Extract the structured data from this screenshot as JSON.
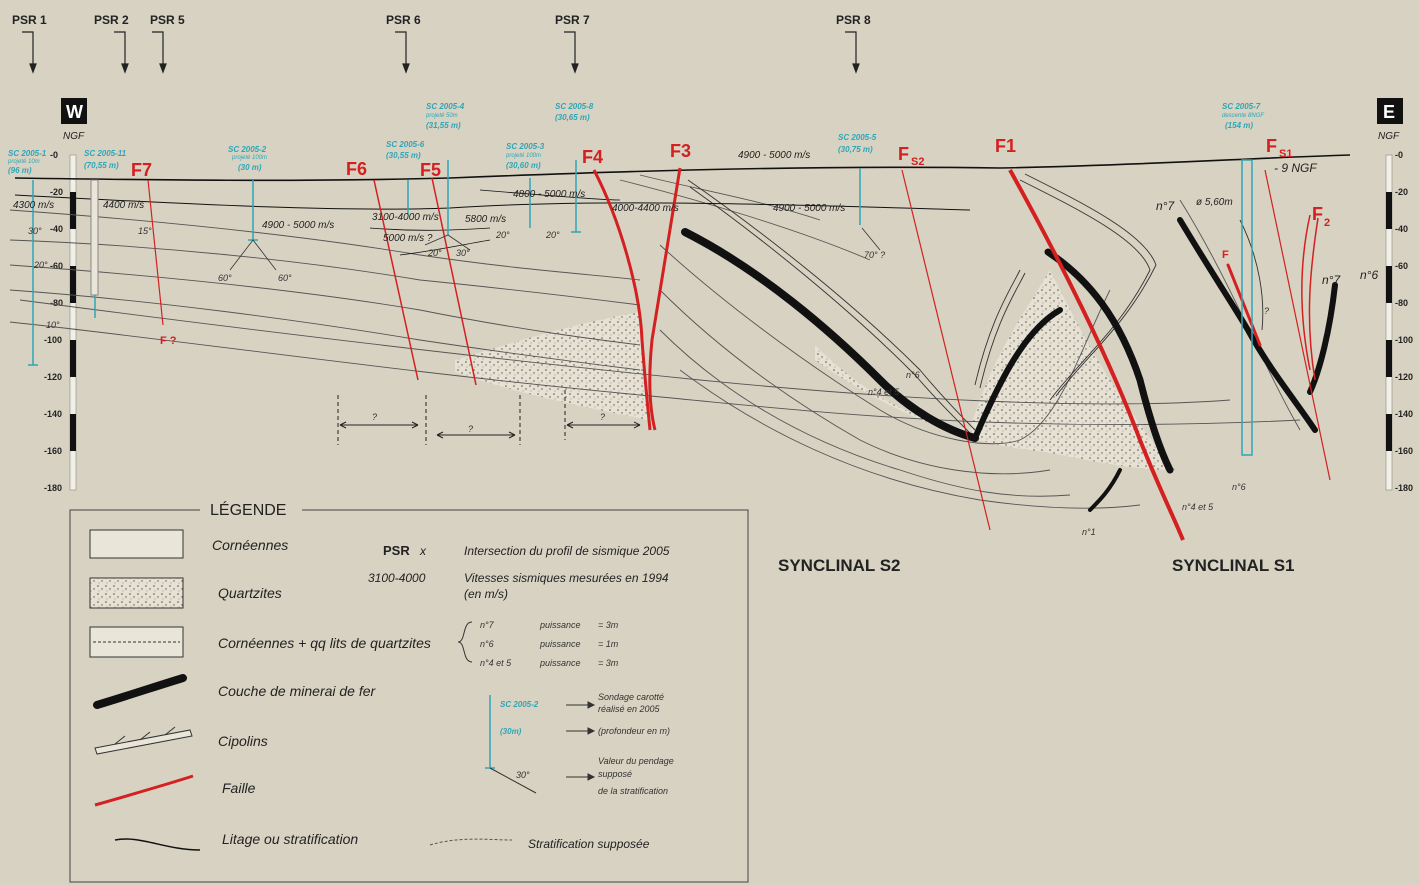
{
  "psr_markers": [
    "PSR 1",
    "PSR 2",
    "PSR 5",
    "PSR 6",
    "PSR 7",
    "PSR 8"
  ],
  "orientation": {
    "west": "W",
    "east": "E",
    "datum_left": "NGF",
    "datum_right": "NGF"
  },
  "depth_ticks_left": [
    "-0",
    "-20",
    "-40",
    "-60",
    "-80",
    "-100",
    "-120",
    "-140",
    "-160",
    "-180"
  ],
  "depth_ticks_right": [
    "-0",
    "-20",
    "-40",
    "-60",
    "-80",
    "-100",
    "-120",
    "-140",
    "-160",
    "-180"
  ],
  "faults": {
    "f7": "F7",
    "f6": "F6",
    "f5": "F5",
    "f4": "F4",
    "f3": "F3",
    "fs2": "F",
    "fs2_sub": "S2",
    "f1": "F1",
    "fs1": "F",
    "fs1_sub": "S1",
    "f2": "F",
    "f2_sub": "2",
    "f_small": "F",
    "f_query": "F ?"
  },
  "boreholes": [
    {
      "id": "SC 2005-1",
      "note": "projeté 10m",
      "depth": "(96 m)"
    },
    {
      "id": "SC 2005-11",
      "depth": "(70,55 m)"
    },
    {
      "id": "SC 2005-2",
      "note": "projeté 100m",
      "depth": "(30 m)"
    },
    {
      "id": "SC 2005-6",
      "depth": "(30,55 m)"
    },
    {
      "id": "SC 2005-4",
      "note": "projeté 50m",
      "depth": "(31,55 m)"
    },
    {
      "id": "SC 2005-3",
      "note": "projeté 100m",
      "depth": "(30,60 m)"
    },
    {
      "id": "SC 2005-8",
      "depth": "(30,65 m)"
    },
    {
      "id": "SC 2005-5",
      "depth": "(30,75 m)"
    },
    {
      "id": "SC 2005-7",
      "note": "descente 8NGF",
      "depth": "(154 m)"
    }
  ],
  "velocities": {
    "v1": "4300 m/s",
    "v2": "4400 m/s",
    "v3": "4900 - 5000 m/s",
    "v4": "3100-4000 m/s",
    "v5": "5000 m/s ?",
    "v6": "5800 m/s",
    "v7": "4800 - 5000 m/s",
    "v8": "4000-4400 m/s",
    "v9": "4900 - 5000 m/s",
    "v10": "4900 - 5000 m/s"
  },
  "dips": {
    "d1": "30°",
    "d2": "20°",
    "d3": "10°",
    "d4": "15°",
    "d5": "60°",
    "d6": "60°",
    "d7": "20°",
    "d8": "30°",
    "d9": "20°",
    "d10": "20°",
    "d11": "70° ?"
  },
  "annotations": {
    "ngf9": "- 9 NGF",
    "diam": "ø 5,60m",
    "n7a": "n°7",
    "n7b": "n°7",
    "n6a": "n°6",
    "n6b": "n°6",
    "n6c": "n°6",
    "n45a": "n°4 et 5",
    "n45b": "n°4 et 5",
    "n1": "n°1",
    "q1": "?",
    "q2": "?",
    "q3": "?",
    "q4": "?"
  },
  "synclines": {
    "s2": "SYNCLINAL S2",
    "s1": "SYNCLINAL S1"
  },
  "legend": {
    "title": "LÉGENDE",
    "items": [
      "Cornéennes",
      "Quartzites",
      "Cornéennes + qq lits de quartzites",
      "Couche de minerai de fer",
      "Cipolins",
      "Faille",
      "Litage ou stratification"
    ],
    "psr_key": "PSR",
    "psr_key_x": "x",
    "psr_desc": "Intersection du profil de sismique 2005",
    "vel_key": "3100-4000",
    "vel_desc_1": "Vitesses sismiques mesurées en 1994",
    "vel_desc_2": "(en m/s)",
    "layers": [
      {
        "n": "n°7",
        "label": "puissance",
        "val": "= 3m"
      },
      {
        "n": "n°6",
        "label": "puissance",
        "val": "= 1m"
      },
      {
        "n": "n°4 et 5",
        "label": "puissance",
        "val": "= 3m"
      }
    ],
    "bh_id": "SC 2005-2",
    "bh_depth": "(30m)",
    "bh_desc_1": "Sondage carotté",
    "bh_desc_2": "réalisé en 2005",
    "bh_depth_desc": "(profondeur en m)",
    "dip_key": "30°",
    "dip_desc_1": "Valeur du pendage",
    "dip_desc_2": "supposé",
    "dip_desc_3": "de la stratification",
    "supposed": "Stratification supposée"
  },
  "colors": {
    "fault": "#d42020",
    "borehole": "#2fa6b8",
    "background": "#d7d2c2"
  }
}
